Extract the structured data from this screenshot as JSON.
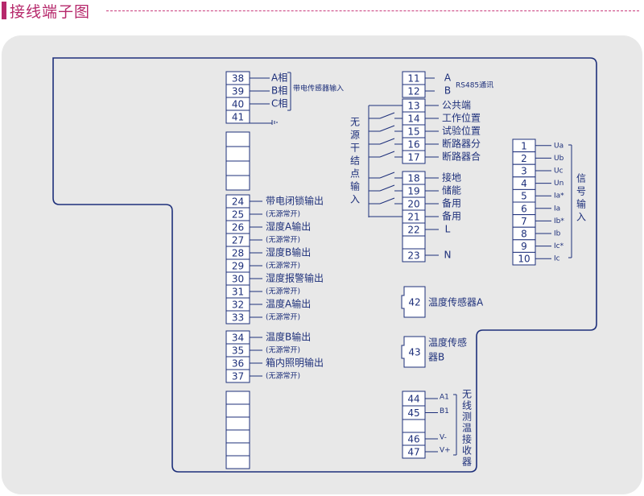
{
  "title": "接线端子图",
  "colors": {
    "title": "#b6286b",
    "line": "#1d2f7a",
    "panel": "#e8e8e8",
    "box": "#ffffff"
  },
  "groups": {
    "sensor_input": {
      "label": "带电传感器输入",
      "terminals": [
        {
          "num": "38",
          "label": "A相"
        },
        {
          "num": "39",
          "label": "B相"
        },
        {
          "num": "40",
          "label": "C相"
        },
        {
          "num": "41",
          "label": ""
        }
      ]
    },
    "outputs_a": {
      "terminals": [
        {
          "num": "24",
          "label": "带电闭锁输出"
        },
        {
          "num": "25",
          "label": "(无源常开)"
        },
        {
          "num": "26",
          "label": "湿度A输出"
        },
        {
          "num": "27",
          "label": "(无源常开)"
        },
        {
          "num": "28",
          "label": "湿度B输出"
        },
        {
          "num": "29",
          "label": "(无源常开)"
        },
        {
          "num": "30",
          "label": "湿度报警输出"
        },
        {
          "num": "31",
          "label": "(无源常开)"
        },
        {
          "num": "32",
          "label": "温度A输出"
        },
        {
          "num": "33",
          "label": "(无源常开)"
        }
      ]
    },
    "outputs_b": {
      "terminals": [
        {
          "num": "34",
          "label": "温度B输出"
        },
        {
          "num": "35",
          "label": "(无源常开)"
        },
        {
          "num": "36",
          "label": "箱内照明输出"
        },
        {
          "num": "37",
          "label": "(无源常开)"
        }
      ]
    },
    "rs485": {
      "terminals": [
        {
          "num": "11",
          "label": "A"
        },
        {
          "num": "12",
          "label": "B"
        }
      ],
      "comm_label": "RS485通讯"
    },
    "dry_contacts": {
      "side_label": "无源干结点输入",
      "terminals": [
        {
          "num": "13",
          "label": "公共端"
        },
        {
          "num": "14",
          "label": "工作位置"
        },
        {
          "num": "15",
          "label": "试验位置"
        },
        {
          "num": "16",
          "label": "断路器分"
        },
        {
          "num": "17",
          "label": "断路器合"
        },
        {
          "num": "18",
          "label": "接地"
        },
        {
          "num": "19",
          "label": "储能"
        },
        {
          "num": "20",
          "label": "备用"
        },
        {
          "num": "21",
          "label": "备用"
        }
      ]
    },
    "power": {
      "terminals": [
        {
          "num": "22",
          "label": "L"
        },
        {
          "num": "",
          "label": ""
        },
        {
          "num": "23",
          "label": "N"
        }
      ]
    },
    "temp_a": {
      "num": "42",
      "label": "温度传感器A"
    },
    "temp_b": {
      "num": "43",
      "label": "温度传感器B"
    },
    "wireless": {
      "side_label": "无线测温接收器",
      "terminals": [
        {
          "num": "44",
          "label": "A1"
        },
        {
          "num": "45",
          "label": "B1"
        },
        {
          "num": "",
          "label": ""
        },
        {
          "num": "46",
          "label": "V-"
        },
        {
          "num": "47",
          "label": "V+"
        }
      ]
    },
    "signal": {
      "side_label": "信号输入",
      "terminals": [
        {
          "num": "1",
          "label": "Ua"
        },
        {
          "num": "2",
          "label": "Ub"
        },
        {
          "num": "3",
          "label": "Uc"
        },
        {
          "num": "4",
          "label": "Un"
        },
        {
          "num": "5",
          "label": "Ia*"
        },
        {
          "num": "6",
          "label": "Ia"
        },
        {
          "num": "7",
          "label": "Ib*"
        },
        {
          "num": "8",
          "label": "Ib"
        },
        {
          "num": "9",
          "label": "Ic*"
        },
        {
          "num": "10",
          "label": "Ic"
        }
      ]
    }
  }
}
